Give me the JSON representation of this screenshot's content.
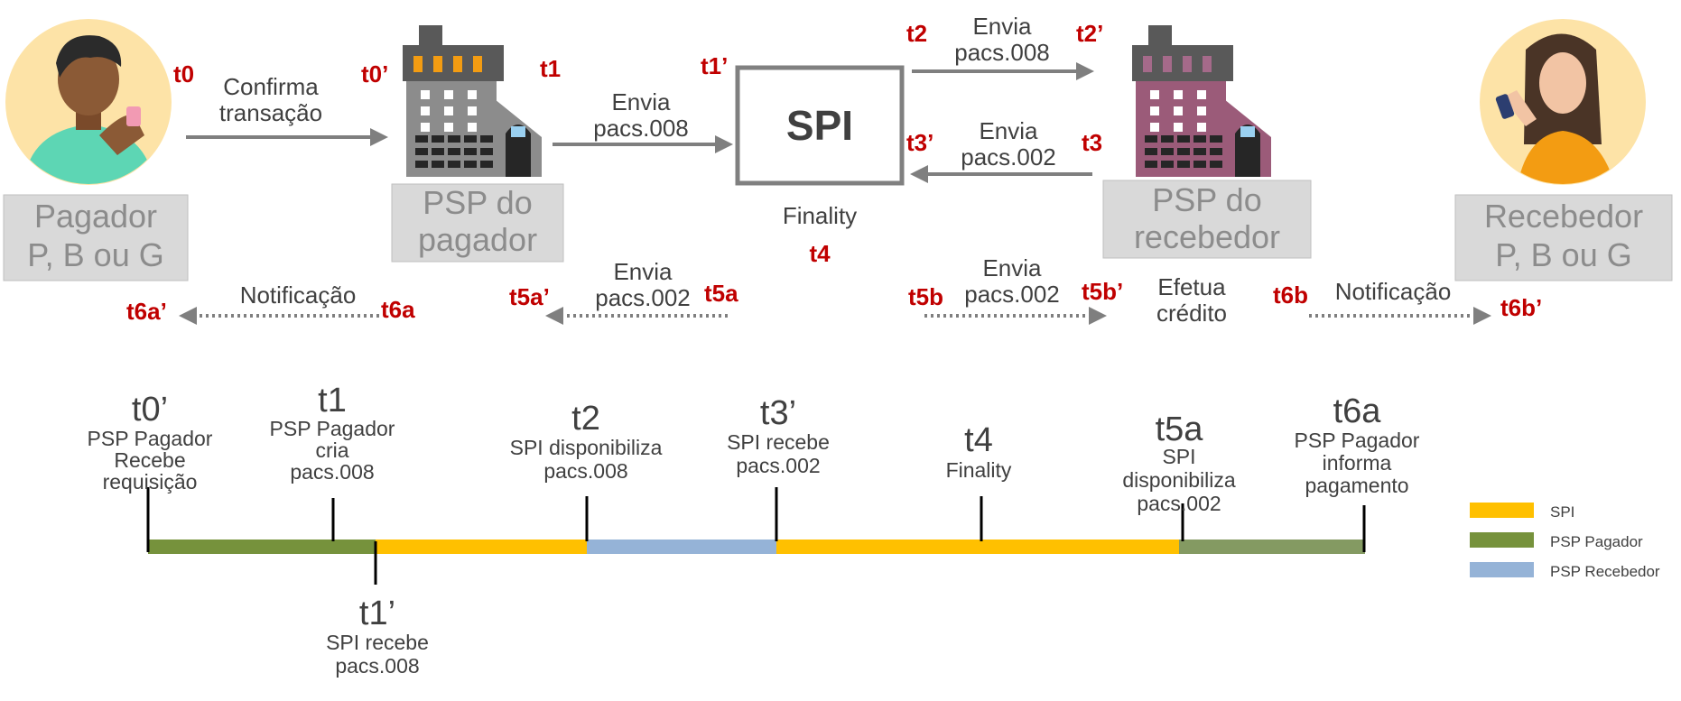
{
  "actors": {
    "payer": {
      "line1": "Pagador",
      "line2": "P, B ou G"
    },
    "payer_psp": {
      "line1": "PSP do",
      "line2": "pagador"
    },
    "spi": {
      "label": "SPI",
      "finality": "Finality"
    },
    "receiver_psp": {
      "line1": "PSP do",
      "line2": "recebedor"
    },
    "receiver": {
      "line1": "Recebedor",
      "line2": "P, B ou G"
    }
  },
  "messages": {
    "confirm": {
      "line1": "Confirma",
      "line2": "transação"
    },
    "send008_a": {
      "line1": "Envia",
      "line2": "pacs.008"
    },
    "send008_b": {
      "line1": "Envia",
      "line2": "pacs.008"
    },
    "send002_a": {
      "line1": "Envia",
      "line2": "pacs.002"
    },
    "send002_b": {
      "line1": "Envia",
      "line2": "pacs.002"
    },
    "send002_c": {
      "line1": "Envia",
      "line2": "pacs.002"
    },
    "credit": {
      "line1": "Efetua",
      "line2": "crédito"
    },
    "notify_a": "Notificação",
    "notify_b": "Notificação"
  },
  "time_marks": {
    "t0": "t0",
    "t0p": "t0’",
    "t1": "t1",
    "t1p": "t1’",
    "t2": "t2",
    "t2p": "t2’",
    "t3": "t3",
    "t3p": "t3’",
    "t4": "t4",
    "t5a": "t5a",
    "t5ap": "t5a’",
    "t5b": "t5b",
    "t5bp": "t5b’",
    "t6a": "t6a",
    "t6ap": "t6a’",
    "t6b": "t6b",
    "t6bp": "t6b’"
  },
  "timeline": {
    "events": [
      {
        "id": "t0’",
        "lines": [
          "PSP Pagador",
          "Recebe",
          "requisição"
        ]
      },
      {
        "id": "t1",
        "lines": [
          "PSP Pagador",
          "cria",
          "pacs.008"
        ]
      },
      {
        "id": "t2",
        "lines": [
          "SPI disponibiliza",
          "pacs.008"
        ]
      },
      {
        "id": "t3’",
        "lines": [
          "SPI recebe",
          "pacs.002"
        ]
      },
      {
        "id": "t4",
        "lines": [
          "Finality"
        ]
      },
      {
        "id": "t5a",
        "lines": [
          "SPI",
          "disponibiliza",
          "pacs.002"
        ]
      },
      {
        "id": "t6a",
        "lines": [
          "PSP Pagador",
          "informa",
          "pagamento"
        ]
      },
      {
        "id": "t1’",
        "lines": [
          "SPI recebe",
          "pacs.008"
        ]
      }
    ],
    "segments": [
      {
        "owner": "PSP Pagador",
        "color": "#76923c"
      },
      {
        "owner": "SPI",
        "color": "#ffc000"
      },
      {
        "owner": "PSP Recebedor",
        "color": "#95b3d7"
      },
      {
        "owner": "SPI",
        "color": "#ffc000"
      },
      {
        "owner": "PSP Pagador",
        "color": "#76923c"
      }
    ]
  },
  "legend": [
    {
      "label": "SPI",
      "color": "#ffc000"
    },
    {
      "label": "PSP Pagador",
      "color": "#76923c"
    },
    {
      "label": "PSP Recebedor",
      "color": "#95b3d7"
    }
  ]
}
